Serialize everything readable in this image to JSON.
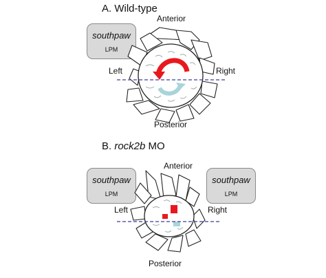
{
  "panelA": {
    "prefix": "A. ",
    "title": "Wild-type",
    "anterior": "Anterior",
    "posterior": "Posterior",
    "left": "Left",
    "right": "Right",
    "boxes": [
      {
        "gene": "southpaw",
        "tissue": "LPM"
      }
    ]
  },
  "panelB": {
    "prefix": "B. ",
    "title_italic": "rock2b",
    "title_rest": " MO",
    "anterior": "Anterior",
    "posterior": "Posterior",
    "left": "Left",
    "right": "Right",
    "boxes": [
      {
        "gene": "southpaw",
        "tissue": "LPM"
      },
      {
        "gene": "southpaw",
        "tissue": "LPM"
      }
    ]
  },
  "colors": {
    "flow_left": "#e8191e",
    "flow_right": "#a9d4da",
    "axis_line": "#3c3c9a",
    "box_fill": "#d9d9d9"
  }
}
